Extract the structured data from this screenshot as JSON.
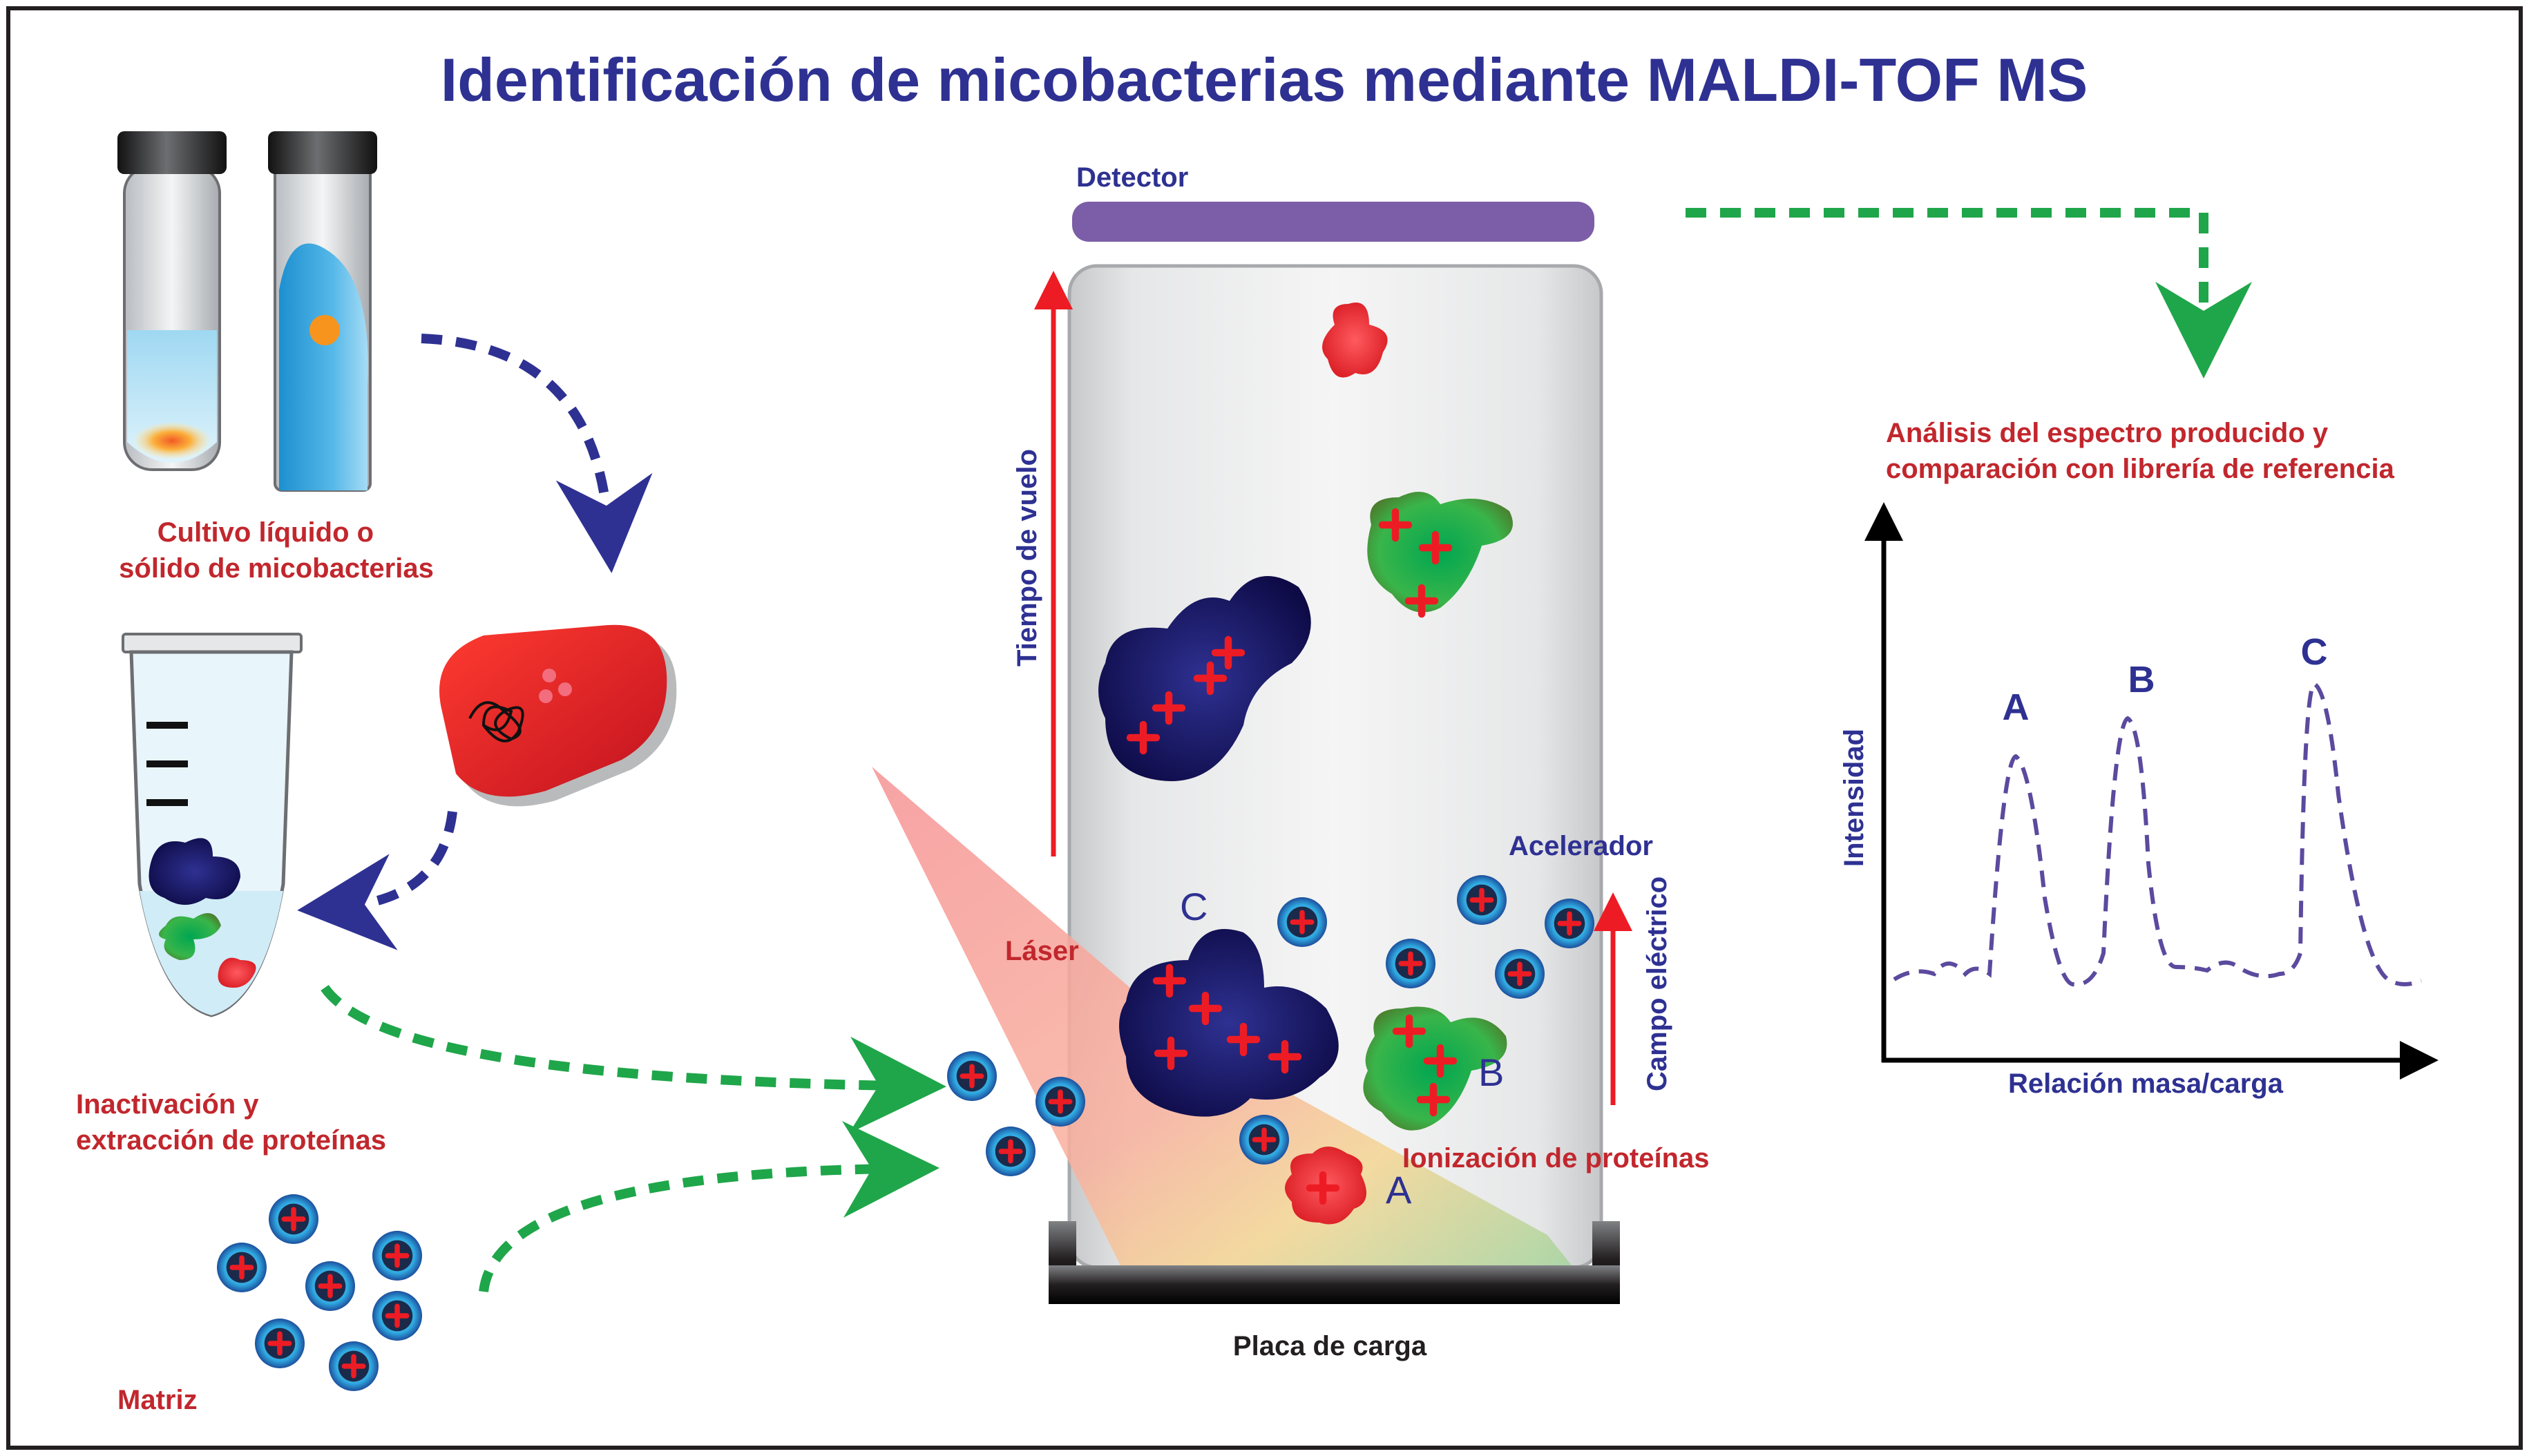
{
  "title": "Identificación de micobacterias mediante MALDI-TOF MS",
  "colors": {
    "title": "#2e3192",
    "label_red": "#c1272d",
    "label_blue": "#2e3192",
    "arrow_blue": "#2e3192",
    "arrow_green": "#1fa64a",
    "detector": "#7b5ea7",
    "laser": "#f4a19a",
    "ion_fill": "#1c75bc",
    "plus": "#ed1c24",
    "protein_dark": "#1b1464",
    "protein_green": "#39b54a",
    "protein_red": "#ed1c24",
    "spectrum": "#5b4a9e"
  },
  "labels": {
    "culture": [
      "Cultivo líquido o",
      "sólido de micobacterias"
    ],
    "inactivation": [
      "Inactivación  y",
      "extracción de proteínas"
    ],
    "matrix": "Matriz",
    "detector": "Detector",
    "flight_time": "Tiempo de vuelo",
    "laser": "Láser",
    "accelerator": "Acelerador",
    "electric_field": "Campo eléctrico",
    "ionization": "Ionización de proteínas",
    "loading_plate": "Placa de carga",
    "analysis": [
      "Análisis del espectro producido y",
      "comparación con librería de referencia"
    ],
    "y_axis": "Intensidad",
    "x_axis": "Relación masa/carga"
  },
  "protein_letters": {
    "a": "A",
    "b": "B",
    "c": "C"
  },
  "spectrum_peaks": [
    "A",
    "B",
    "C"
  ]
}
